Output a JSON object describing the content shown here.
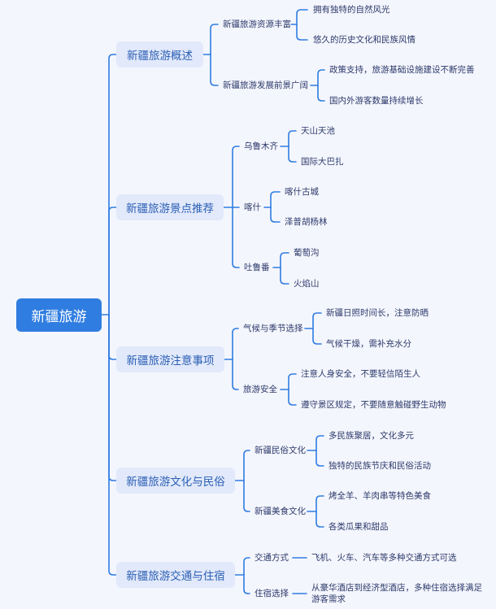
{
  "mindmap": {
    "root": "新疆旅游",
    "colors": {
      "accent": "#2f7de1",
      "branch_bg": "#e2e9fb",
      "branch_text": "#2b5fb3",
      "leaf_text": "#2d3a6b",
      "background": "#f4f6fd",
      "line": "#2f7de1"
    },
    "branches": [
      {
        "label": "新疆旅游概述",
        "children": [
          {
            "label": "新疆旅游资源丰富",
            "children": [
              "拥有独特的自然风光",
              "悠久的历史文化和民族风情"
            ]
          },
          {
            "label": "新疆旅游发展前景广阔",
            "children": [
              "政策支持，旅游基础设施建设不断完善",
              "国内外游客数量持续增长"
            ]
          }
        ]
      },
      {
        "label": "新疆旅游景点推荐",
        "children": [
          {
            "label": "乌鲁木齐",
            "children": [
              "天山天池",
              "国际大巴扎"
            ]
          },
          {
            "label": "喀什",
            "children": [
              "喀什古城",
              "泽普胡杨林"
            ]
          },
          {
            "label": "吐鲁番",
            "children": [
              "葡萄沟",
              "火焰山"
            ]
          }
        ]
      },
      {
        "label": "新疆旅游注意事项",
        "children": [
          {
            "label": "气候与季节选择",
            "children": [
              "新疆日照时间长，注意防晒",
              "气候干燥，需补充水分"
            ]
          },
          {
            "label": "旅游安全",
            "children": [
              "注意人身安全，不要轻信陌生人",
              "遵守景区规定，不要随意触碰野生动物"
            ]
          }
        ]
      },
      {
        "label": "新疆旅游文化与民俗",
        "children": [
          {
            "label": "新疆民俗文化",
            "children": [
              "多民族聚居，文化多元",
              "独特的民族节庆和民俗活动"
            ]
          },
          {
            "label": "新疆美食文化",
            "children": [
              "烤全羊、羊肉串等特色美食",
              "各类瓜果和甜品"
            ]
          }
        ]
      },
      {
        "label": "新疆旅游交通与住宿",
        "children": [
          {
            "label": "交通方式",
            "children": [
              "飞机、火车、汽车等多种交通方式可选"
            ]
          },
          {
            "label": "住宿选择",
            "children": [
              "从豪华酒店到经济型酒店，多种住宿选择满足游客需求"
            ]
          }
        ]
      }
    ]
  }
}
